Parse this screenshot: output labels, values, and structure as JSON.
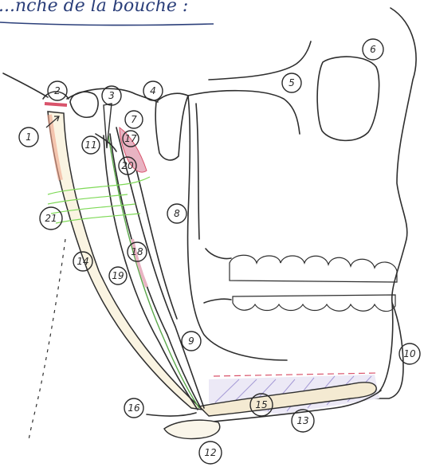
{
  "title": "...nche de la bouche :",
  "labels": [
    "1",
    "2",
    "3",
    "4",
    "5",
    "6",
    "7",
    "8",
    "9",
    "10",
    "11",
    "12",
    "13",
    "14",
    "15",
    "16",
    "17",
    "18",
    "19",
    "20",
    "21"
  ],
  "colors": {
    "title_ink": "#2b3f7a",
    "ink": "#2e2e2e",
    "green_lines": "#7ed957",
    "red_hatch": "#d9536b",
    "pink_fill": "#e8b3c2",
    "violet_hatch": "#a59ad6",
    "salmon": "#f0a58c",
    "cream": "#f7f1df"
  }
}
